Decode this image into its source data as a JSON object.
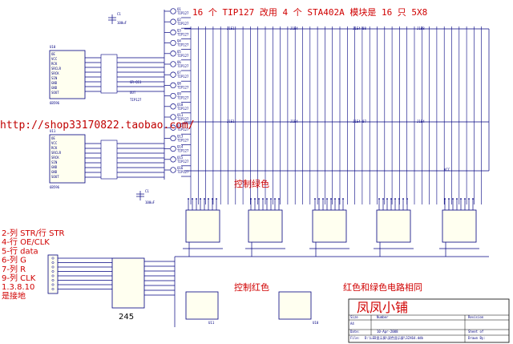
{
  "title": "16 个 TIP127 改用 4 个 STA402A    模块是 16 只 5X8",
  "watermark_url": "http://shop33170822.taobao.com/",
  "annotations": {
    "control_green": "控制绿色",
    "control_red": "控制红色",
    "same_circuit": "红色和绿色电路相同",
    "ic_245": "245"
  },
  "pin_legend": [
    "2-列 STR/行 STR",
    "4-行 OE/CLK",
    "5-行 data",
    "6-列 G",
    "7-列 R",
    "9-列 CLK",
    "1.3.8.10",
    "是接地"
  ],
  "title_block": {
    "name": "凤凤小铺",
    "size_label": "Size",
    "number_label": "Number",
    "revision_label": "Revision",
    "size_value": "A4",
    "date_label": "Date:",
    "date_value": "10-Apr-2008",
    "sheet_label": "Sheet of",
    "file_label": "File:",
    "file_value": "D:\\LED显示屏\\双色显示屏\\32X64.ddb",
    "drawn_label": "Drawn By:"
  },
  "colors": {
    "title_text": "#d00000",
    "annotation_text": "#d00000",
    "wire": "#000080",
    "chip_fill": "#fffff0"
  }
}
